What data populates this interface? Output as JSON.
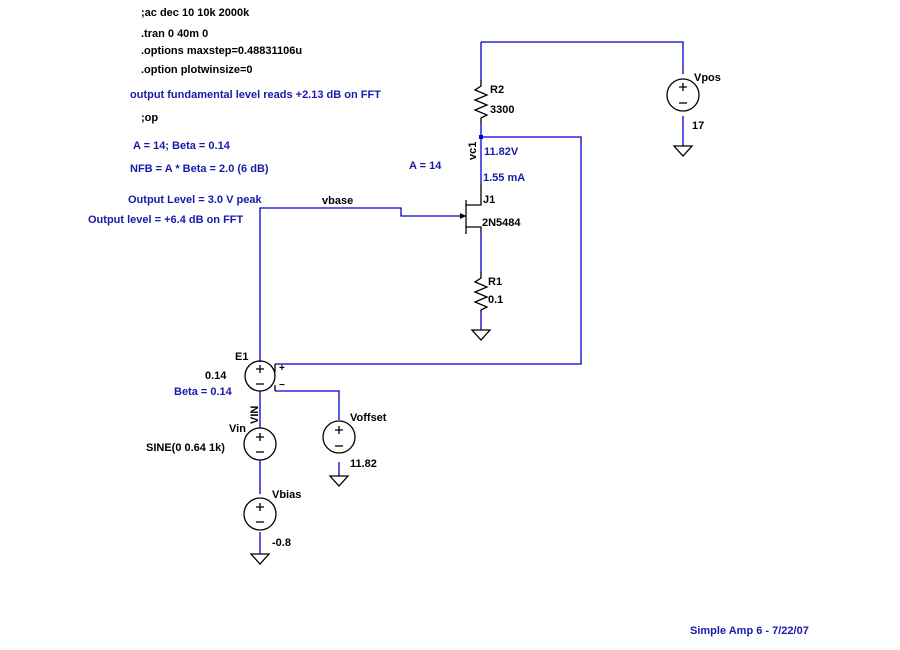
{
  "colors": {
    "wire": "#0000cc",
    "component": "#000000",
    "comment": "#1a1aaa",
    "background": "#ffffff"
  },
  "directives": [
    ";ac dec 10 10k 2000k",
    ".tran 0 40m 0",
    ".options maxstep=0.48831106u",
    ".option plotwinsize=0",
    ";op"
  ],
  "comments": {
    "fft_fundamental": "output fundamental level reads +2.13 dB on FFT",
    "a_beta": "A = 14;  Beta = 0.14",
    "nfb": "NFB = A * Beta = 2.0  (6 dB)",
    "a_gain": "A = 14",
    "output_level_peak": "Output Level = 3.0 V peak",
    "output_level_fft": "Output level = +6.4 dB on FFT",
    "vc1_voltage": "11.82V",
    "j1_current": "1.55 mA",
    "e1_beta": "Beta = 0.14",
    "footer": "Simple Amp 6 - 7/22/07"
  },
  "nets": {
    "vbase": "vbase",
    "vc1": "vc1",
    "vin": "VIN"
  },
  "components": {
    "r2": {
      "name": "R2",
      "value": "3300"
    },
    "r1": {
      "name": "R1",
      "value": "0.1"
    },
    "j1": {
      "name": "J1",
      "model": "2N5484"
    },
    "vpos": {
      "name": "Vpos",
      "value": "17"
    },
    "e1": {
      "name": "E1",
      "value": "0.14"
    },
    "vin": {
      "name": "Vin",
      "value": "SINE(0 0.64 1k)"
    },
    "voffset": {
      "name": "Voffset",
      "value": "11.82"
    },
    "vbias": {
      "name": "Vbias",
      "value": "-0.8"
    }
  },
  "pins": {
    "plus": "+",
    "minus": "−"
  }
}
